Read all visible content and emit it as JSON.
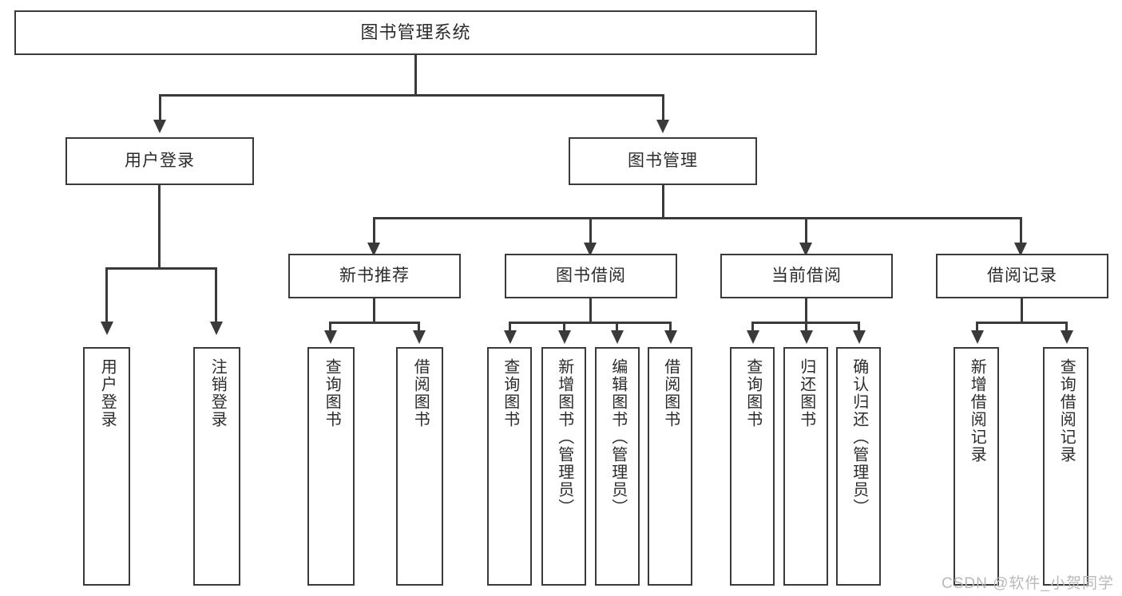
{
  "diagram": {
    "title": "图书管理系统",
    "type": "tree-hierarchy",
    "watermark": "CSDN @软件_小贺同学"
  },
  "root": {
    "label": "图书管理系统"
  },
  "level2": [
    {
      "label": "用户登录"
    },
    {
      "label": "图书管理"
    }
  ],
  "level3": [
    {
      "label": "新书推荐"
    },
    {
      "label": "图书借阅"
    },
    {
      "label": "当前借阅"
    },
    {
      "label": "借阅记录"
    }
  ],
  "leaves": [
    {
      "label": "用户登录",
      "parent": "用户登录"
    },
    {
      "label": "注销登录",
      "parent": "用户登录"
    },
    {
      "label": "查询图书",
      "parent": "新书推荐"
    },
    {
      "label": "借阅图书",
      "parent": "新书推荐"
    },
    {
      "label": "查询图书",
      "parent": "图书借阅"
    },
    {
      "label": "新增图书（管理员）",
      "parent": "图书借阅"
    },
    {
      "label": "编辑图书（管理员）",
      "parent": "图书借阅"
    },
    {
      "label": "借阅图书",
      "parent": "图书借阅"
    },
    {
      "label": "查询图书",
      "parent": "当前借阅"
    },
    {
      "label": "归还图书",
      "parent": "当前借阅"
    },
    {
      "label": "确认归还（管理员）",
      "parent": "当前借阅"
    },
    {
      "label": "新增借阅记录",
      "parent": "借阅记录"
    },
    {
      "label": "查询借阅记录",
      "parent": "借阅记录"
    }
  ],
  "colors": {
    "stroke": "#3a3a3a",
    "background": "#ffffff",
    "text": "#2b2b2b",
    "watermark": "#b9b9b9"
  }
}
